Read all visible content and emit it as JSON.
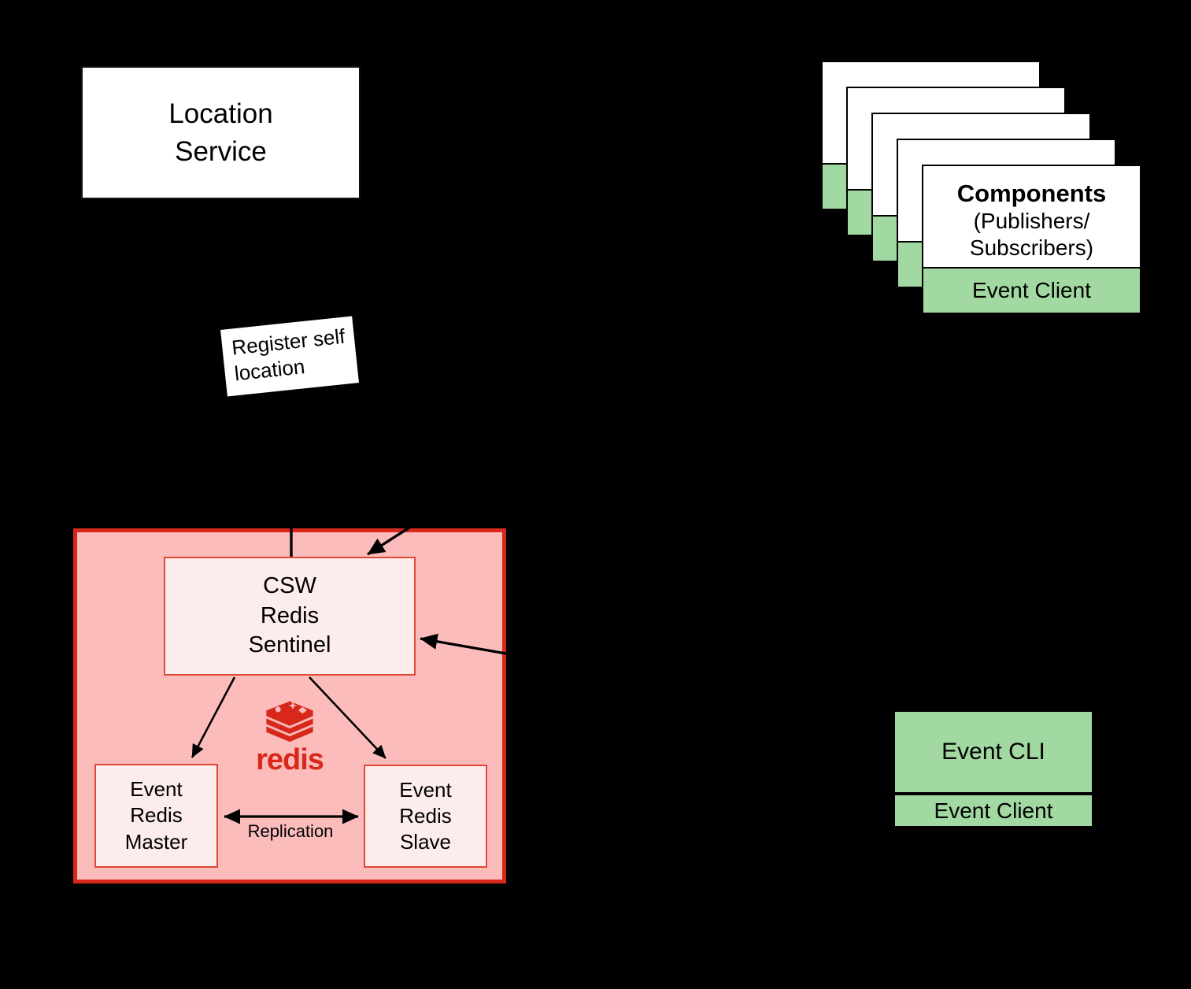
{
  "location_service": {
    "label": "Location\nService"
  },
  "register_note": {
    "label": "Register self\nlocation"
  },
  "components_stack": {
    "card_count": 5,
    "title": "Components",
    "subtitle": "(Publishers/\nSubscribers)",
    "strip_label": "Event Client"
  },
  "sentinel_group": {
    "csw_label": "CSW\nRedis\nSentinel",
    "master_label": "Event\nRedis\nMaster",
    "slave_label": "Event\nRedis\nSlave",
    "replication_label": "Replication",
    "redis_wordmark": "redis"
  },
  "event_cli": {
    "title": "Event CLI",
    "strip_label": "Event Client"
  },
  "colors": {
    "background": "#000000",
    "card_white": "#ffffff",
    "green": "#a2d9a2",
    "sentinel_fill": "#fcbcbc",
    "sentinel_border": "#d7281a",
    "node_fill": "#fdecec",
    "node_border": "#e04936",
    "redis_red": "#d8281c",
    "arrow_black": "#000000"
  }
}
